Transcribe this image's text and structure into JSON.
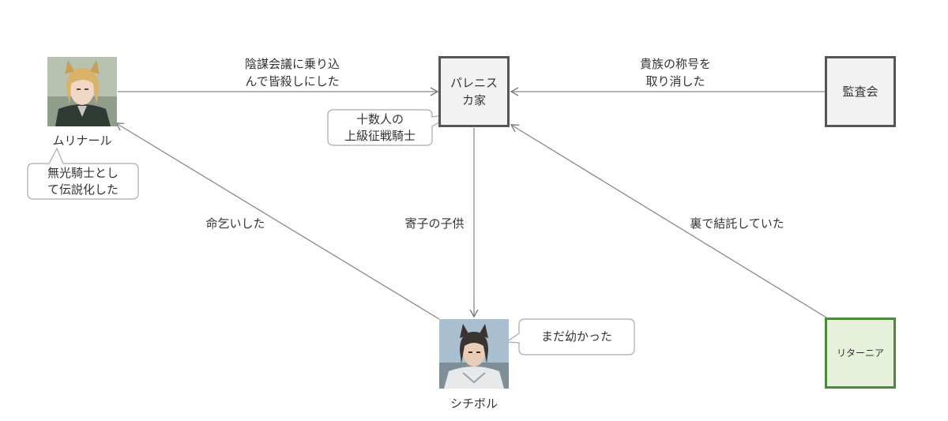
{
  "nodes": {
    "murinar": {
      "name": "ムリナール",
      "colors": {
        "hair": "#d9b36a",
        "bg": "#a9b7a3",
        "coat": "#2f3a34"
      }
    },
    "sichipol": {
      "name": "シチボル",
      "colors": {
        "hair": "#3a3330",
        "bg": "#9fb7c8",
        "armor": "#e6e8ea"
      }
    },
    "parenis": {
      "line1": "パレニス",
      "line2": "カ家"
    },
    "kansakai": {
      "label": "監査会"
    },
    "ritania": {
      "label": "リターニア"
    }
  },
  "edges": {
    "murinar_parenis": {
      "line1": "陰謀会議に乗り込",
      "line2": "んで皆殺しにした"
    },
    "kansakai_parenis": {
      "line1": "貴族の称号を",
      "line2": "取り消した"
    },
    "parenis_sichipol": {
      "label": "寄子の子供"
    },
    "sichipol_murinar": {
      "label": "命乞いした"
    },
    "ritania_parenis": {
      "label": "裏で結託していた"
    }
  },
  "callouts": {
    "murinar": {
      "line1": "無光騎士とし",
      "line2": "て伝説化した"
    },
    "parenis": {
      "line1": "十数人の",
      "line2": "上級征戦騎士"
    },
    "sichipol": {
      "line1": "まだ幼かった"
    }
  },
  "colors": {
    "line": "#888888",
    "callout_border": "#aaaaaa",
    "box_border": "#555555",
    "green_border": "#4a8a3a",
    "green_fill": "#e6f0da"
  }
}
